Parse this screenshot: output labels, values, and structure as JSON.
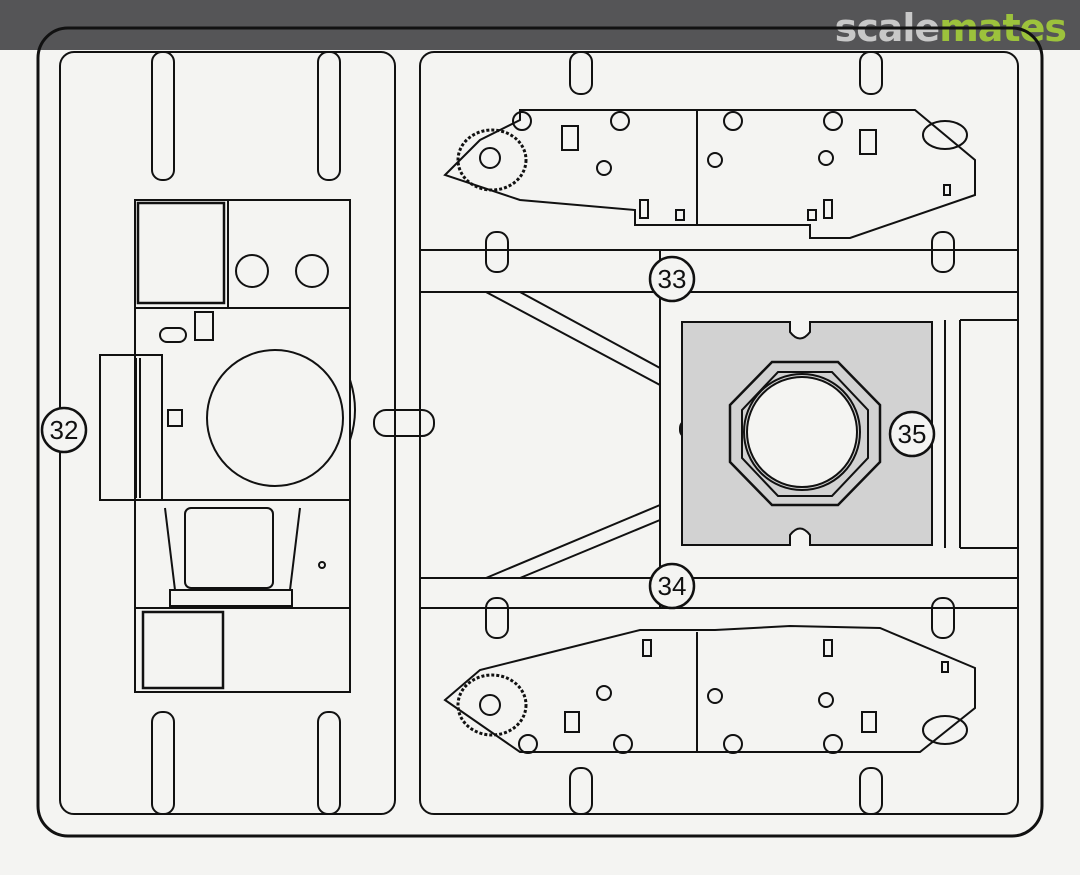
{
  "brand": {
    "text_part1": "scale",
    "text_part2": "mates",
    "color_part1": "#c8c8c8",
    "color_part2": "#9cc23c"
  },
  "part_labels": {
    "p32": "32",
    "p33": "33",
    "p34": "34",
    "p35": "35"
  },
  "colors": {
    "line": "#111111",
    "fill_shaded": "#d2d2d2",
    "background": "#f4f4f2",
    "header": "#555557"
  }
}
